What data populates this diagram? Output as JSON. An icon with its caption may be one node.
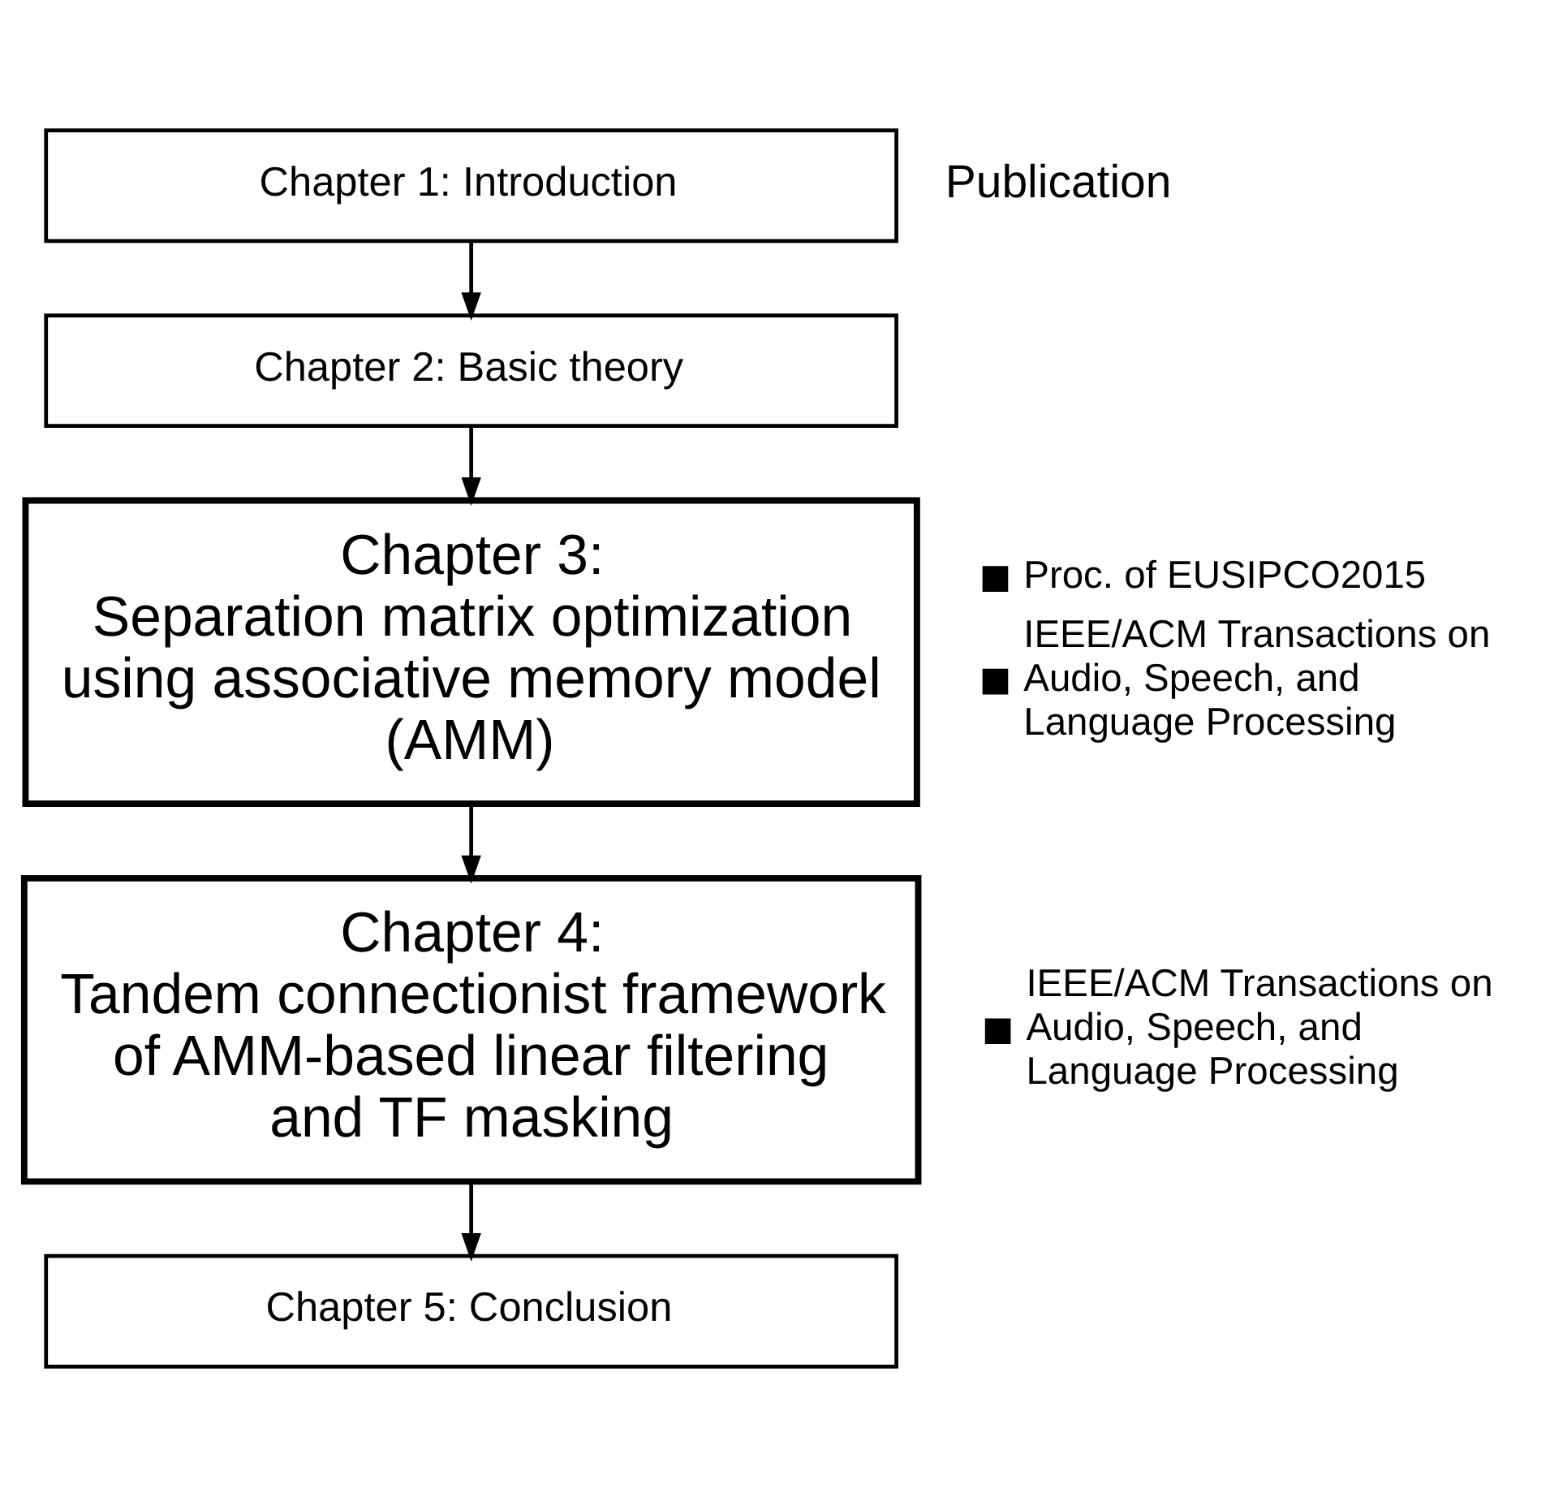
{
  "diagram": {
    "nodes": [
      {
        "text": [
          "Chapter 1: Introduction"
        ]
      },
      {
        "text": [
          "Chapter 2: Basic theory"
        ]
      },
      {
        "text": [
          "Chapter 3:",
          "Separation matrix optimization using associative memory model (AMM)"
        ],
        "beside": [
          "Proc. of EUSIPCO2015",
          "IEEE/ACM Transactions on Audio, Speech, and Language Processing"
        ]
      },
      {
        "text": [
          "Chapter 4:",
          "Tandem connectionist framework of AMM-based linear filtering and TF masking"
        ],
        "beside": [
          "IEEE/ACM Transactions on Audio, Speech, and Language Processing"
        ]
      },
      {
        "text": [
          "Chapter 5: Conclusion"
        ]
      }
    ],
    "edges": [
      {
        "from": 0,
        "to": 1,
        "arrow": "to"
      },
      {
        "from": 1,
        "to": 2,
        "arrow": "to"
      },
      {
        "from": 2,
        "to": 3,
        "arrow": "to"
      },
      {
        "from": 3,
        "to": 4,
        "arrow": "to"
      }
    ],
    "labels": [
      "Publication"
    ]
  }
}
